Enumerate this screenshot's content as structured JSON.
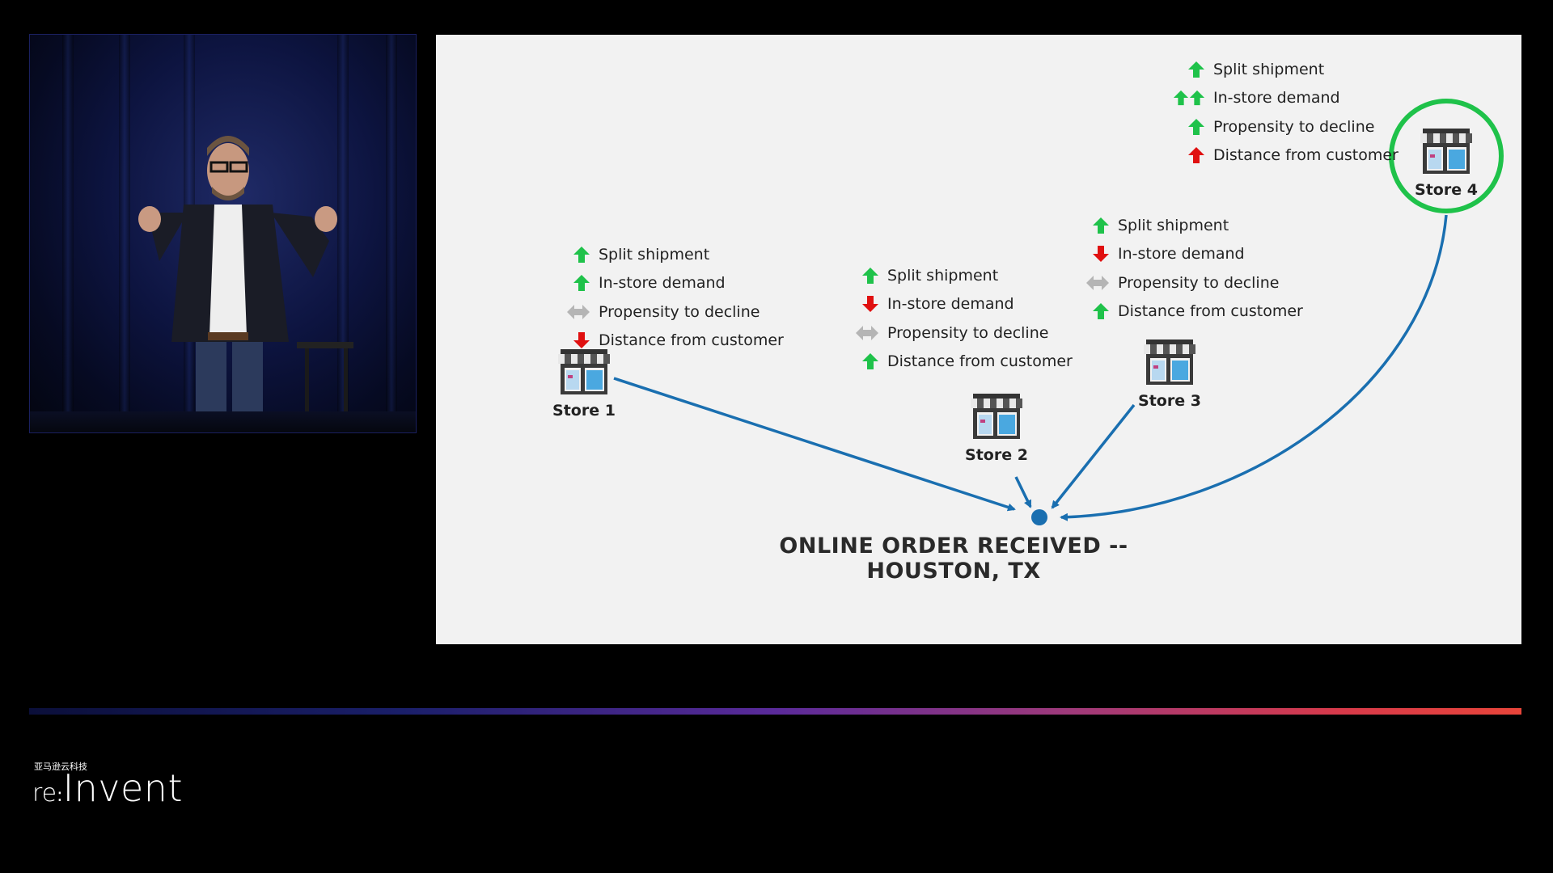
{
  "slide": {
    "order_label": "ONLINE ORDER RECEIVED -- HOUSTON, TX",
    "stores": [
      {
        "label": "Store 1",
        "selected": false,
        "factors": [
          {
            "text": "Split shipment",
            "indicator": "up"
          },
          {
            "text": "In-store demand",
            "indicator": "up"
          },
          {
            "text": "Propensity to decline",
            "indicator": "neutral"
          },
          {
            "text": "Distance from customer",
            "indicator": "down"
          }
        ]
      },
      {
        "label": "Store 2",
        "selected": false,
        "factors": [
          {
            "text": "Split shipment",
            "indicator": "up"
          },
          {
            "text": "In-store demand",
            "indicator": "down"
          },
          {
            "text": "Propensity to decline",
            "indicator": "neutral"
          },
          {
            "text": "Distance from customer",
            "indicator": "up"
          }
        ]
      },
      {
        "label": "Store 3",
        "selected": false,
        "factors": [
          {
            "text": "Split shipment",
            "indicator": "up"
          },
          {
            "text": "In-store demand",
            "indicator": "down"
          },
          {
            "text": "Propensity to decline",
            "indicator": "neutral"
          },
          {
            "text": "Distance from customer",
            "indicator": "up"
          }
        ]
      },
      {
        "label": "Store 4",
        "selected": true,
        "factors": [
          {
            "text": "Split shipment",
            "indicator": "up"
          },
          {
            "text": "In-store demand",
            "indicator": "double-up"
          },
          {
            "text": "Propensity to decline",
            "indicator": "up"
          },
          {
            "text": "Distance from customer",
            "indicator": "up-red"
          }
        ]
      }
    ]
  },
  "colors": {
    "up": "#1fc24a",
    "down": "#e01010",
    "neutral": "#b5b5b5",
    "arrow_line": "#1a6fb0",
    "highlight": "#1fc24a"
  },
  "footer": {
    "brand_cn": "亚马逊云科技",
    "brand_re": "re",
    "brand_invent": "Invent"
  }
}
